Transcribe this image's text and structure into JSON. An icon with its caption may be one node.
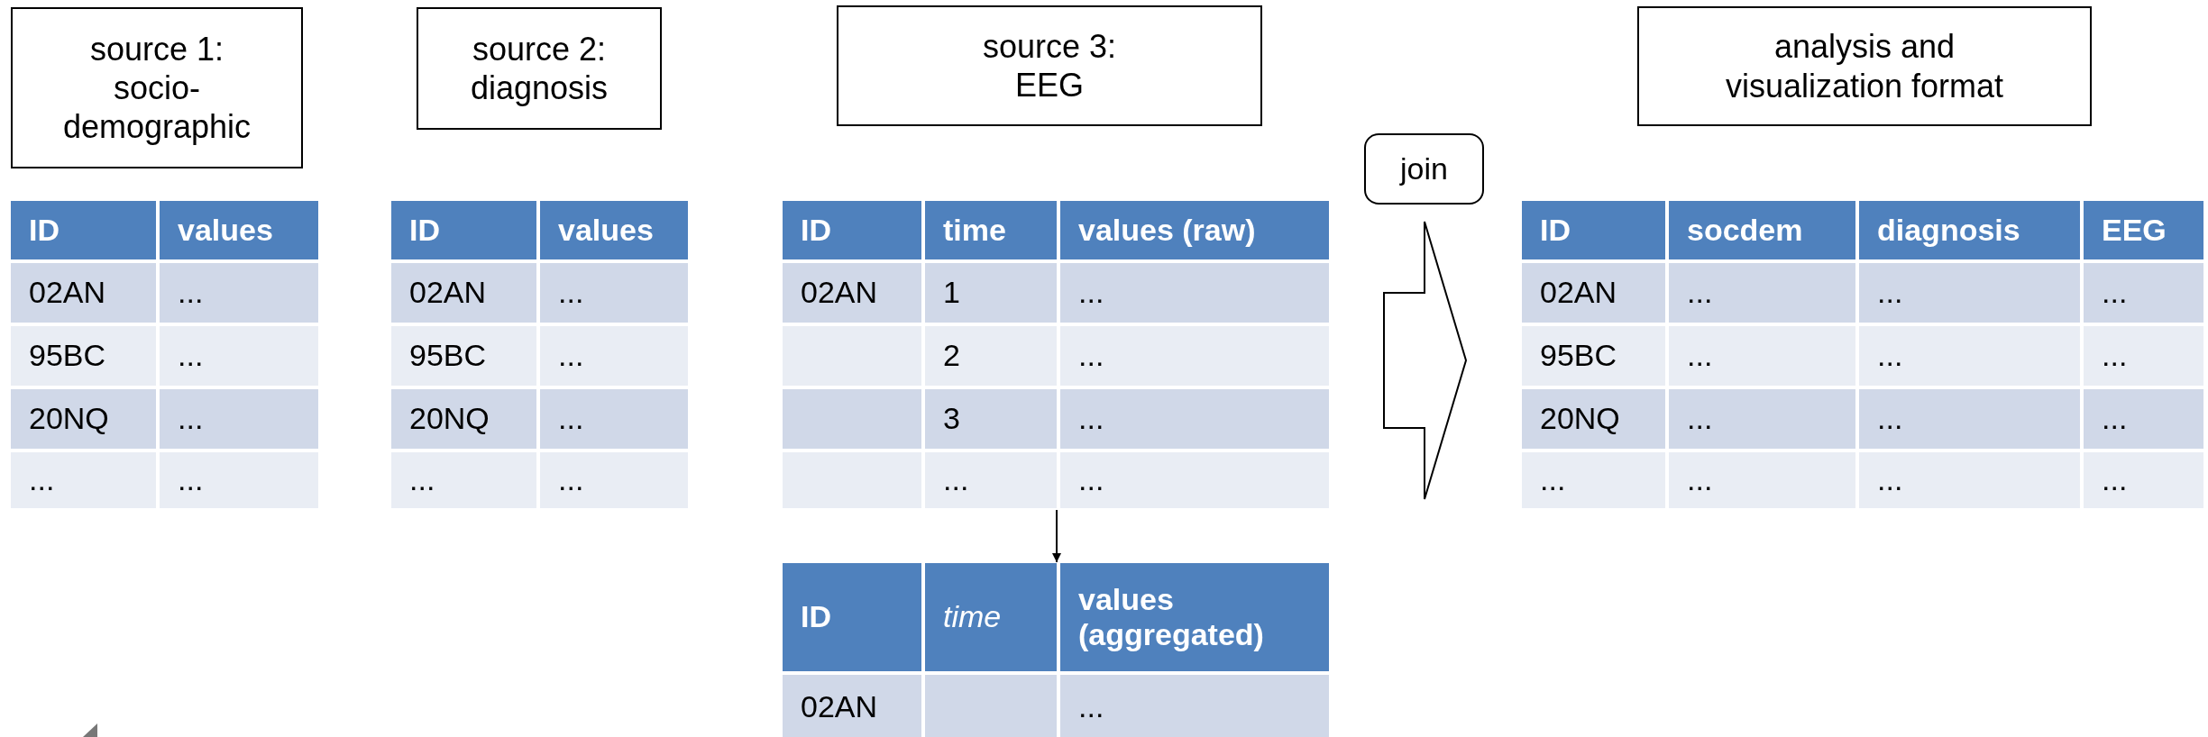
{
  "diagram": {
    "nodes": [
      {
        "text": [
          "source 1: socio-demographic"
        ]
      },
      {
        "text": [
          "ID",
          "values",
          "02AN",
          "...",
          "95BC",
          "...",
          "20NQ",
          "...",
          "...",
          "..."
        ]
      },
      {
        "text": [
          "source 2: diagnosis"
        ]
      },
      {
        "text": [
          "ID",
          "values",
          "02AN",
          "...",
          "95BC",
          "...",
          "20NQ",
          "...",
          "...",
          "..."
        ]
      },
      {
        "text": [
          "source 3: EEG"
        ]
      },
      {
        "text": [
          "ID",
          "time",
          "values (raw)",
          "02AN",
          "1",
          "...",
          "2",
          "...",
          "3",
          "...",
          "...",
          "..."
        ]
      },
      {
        "text": [
          "ID",
          "time",
          "values (aggregated)",
          "02AN",
          "..."
        ]
      },
      {
        "text": [
          "join"
        ]
      },
      {
        "text": [
          "analysis and visualization format"
        ]
      },
      {
        "text": [
          "ID",
          "socdem",
          "diagnosis",
          "EEG",
          "02AN",
          "...",
          "...",
          "...",
          "95BC",
          "...",
          "...",
          "...",
          "20NQ",
          "...",
          "...",
          "...",
          "...",
          "...",
          "...",
          "..."
        ]
      }
    ],
    "edges": [
      {
        "from": 5,
        "to": 6,
        "arrow": "to"
      },
      {
        "from": 5,
        "to": 9,
        "arrow": "to",
        "style": "thick"
      }
    ]
  }
}
